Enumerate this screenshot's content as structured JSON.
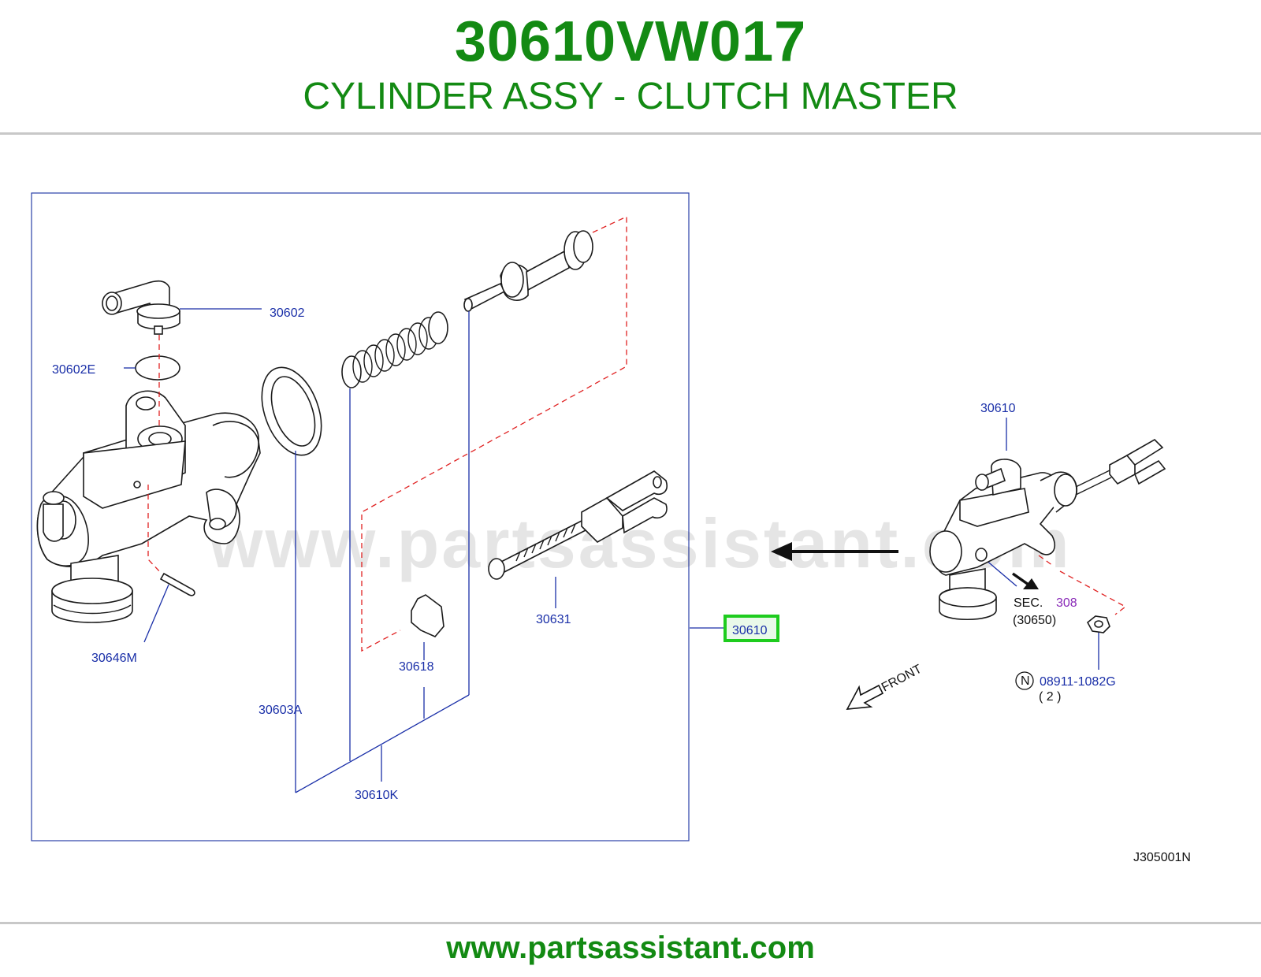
{
  "header": {
    "part_number": "30610VW017",
    "part_name": "CYLINDER ASSY - CLUTCH MASTER"
  },
  "diagram": {
    "labels": {
      "p30602": "30602",
      "p30602E": "30602E",
      "p30646M": "30646M",
      "p30603A": "30603A",
      "p30610K": "30610K",
      "p30618": "30618",
      "p30631": "30631",
      "p30610_highlight": "30610",
      "p30610_overview": "30610",
      "sec": "SEC.",
      "sec_number": "308",
      "sec_ref": "(30650)",
      "nut_marker": "N",
      "nut_part": "08911-1082G",
      "nut_qty": "( 2 )",
      "front": "FRONT",
      "diagram_code": "J305001N"
    },
    "watermark": "www.partsassistant.com",
    "highlight_color": "#1ecc1e",
    "brand_color": "#138a13",
    "label_color": "#1a2fa8"
  },
  "footer": {
    "url": "www.partsassistant.com"
  }
}
